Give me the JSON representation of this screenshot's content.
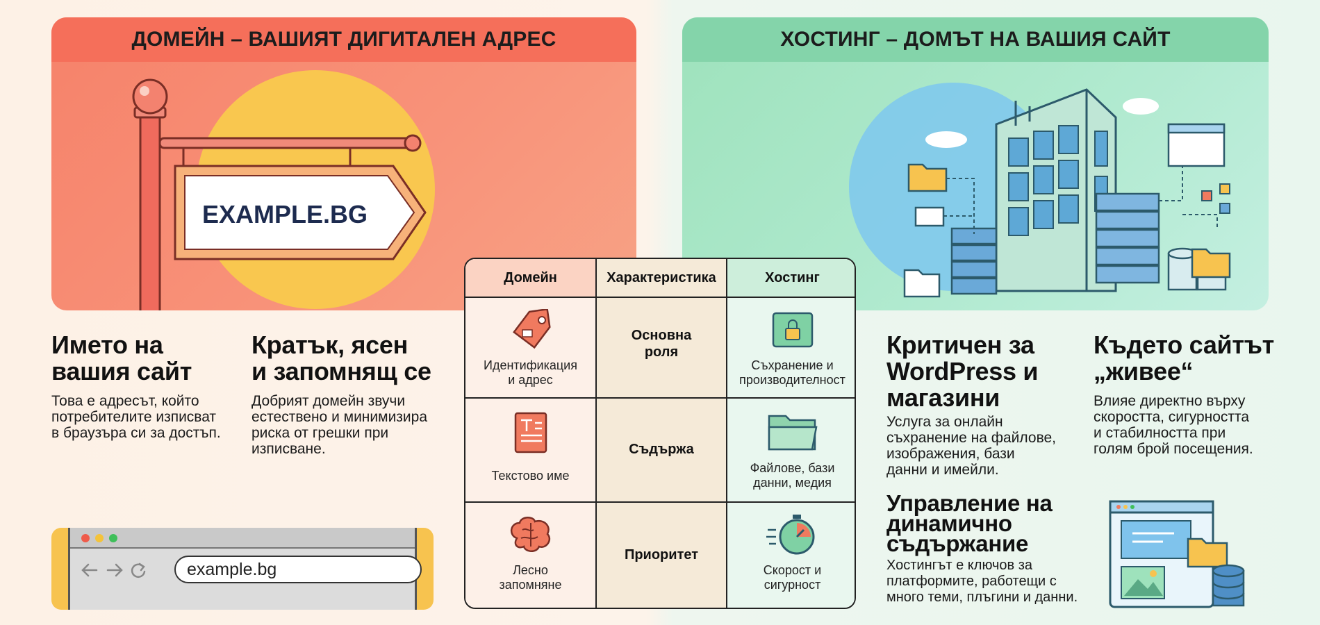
{
  "domain_panel": {
    "title": "ДОМЕЙН – ВАШИЯТ ДИГИТАЛЕН АДРЕС",
    "sign_text": "EXAMPLE.BG",
    "colors": {
      "header": "#f56f5a",
      "body": "#f8937a",
      "sun": "#f9c74f",
      "sign": "#f7b27a"
    }
  },
  "hosting_panel": {
    "title": "ХОСТИНГ – ДОМЪТ НА ВАШИЯ САЙТ",
    "colors": {
      "header": "#84d4aa",
      "body": "#b1ead0"
    }
  },
  "domain_blocks": [
    {
      "heading": "Името на вашия сайт",
      "heading_lines": [
        "Името на",
        "вашия сайт"
      ],
      "body_lines": [
        "Това е адресът, който",
        "потребителите изписват",
        "в браузъра си за достъп."
      ]
    },
    {
      "heading": "Кратък, ясен и запомнящ се",
      "heading_lines": [
        "Кратък, ясен",
        "и запомнящ се"
      ],
      "body_lines": [
        "Добрият домейн звучи",
        "естествено и минимизира",
        "риска от грешки при",
        "изписване."
      ]
    }
  ],
  "hosting_blocks": [
    {
      "heading_lines": [
        "Критичен за",
        "WordPress и",
        "магазини"
      ],
      "body_lines": [
        "Услуга за онлайн",
        "съхранение на файлове,",
        "изображения, бази",
        "данни и имейли."
      ]
    },
    {
      "heading_lines": [
        "Където сайтът",
        "„живее“"
      ],
      "body_lines": [
        "Влияе директно върху",
        "скоростта, сигурността",
        "и стабилността при",
        "голям брой посещения."
      ]
    },
    {
      "heading_lines": [
        "Управление на",
        "динамично",
        "съдържание"
      ],
      "body_lines": [
        "Хостингът е ключов за",
        "платформите, работещи с",
        "много теми, плъгини и данни."
      ]
    }
  ],
  "browser": {
    "url": "example.bg"
  },
  "table": {
    "headers": [
      "Домейн",
      "Характеристика",
      "Хостинг"
    ],
    "rows": [
      {
        "domain_lines": [
          "Идентификация",
          "и адрес"
        ],
        "domain_icon": "tag-icon",
        "feature_lines": [
          "Основна",
          "роля"
        ],
        "hosting_lines": [
          "Съхранение и",
          "производителност"
        ],
        "hosting_icon": "locked-server-icon"
      },
      {
        "domain_lines": [
          "Текстово име"
        ],
        "domain_icon": "text-document-icon",
        "feature_lines": [
          "Съдържа"
        ],
        "hosting_lines": [
          "Файлове, бази",
          "данни, медия"
        ],
        "hosting_icon": "folder-icon"
      },
      {
        "domain_lines": [
          "Лесно",
          "запомняне"
        ],
        "domain_icon": "brain-icon",
        "feature_lines": [
          "Приоритет"
        ],
        "hosting_lines": [
          "Скорост и",
          "сигурност"
        ],
        "hosting_icon": "stopwatch-icon"
      }
    ]
  }
}
